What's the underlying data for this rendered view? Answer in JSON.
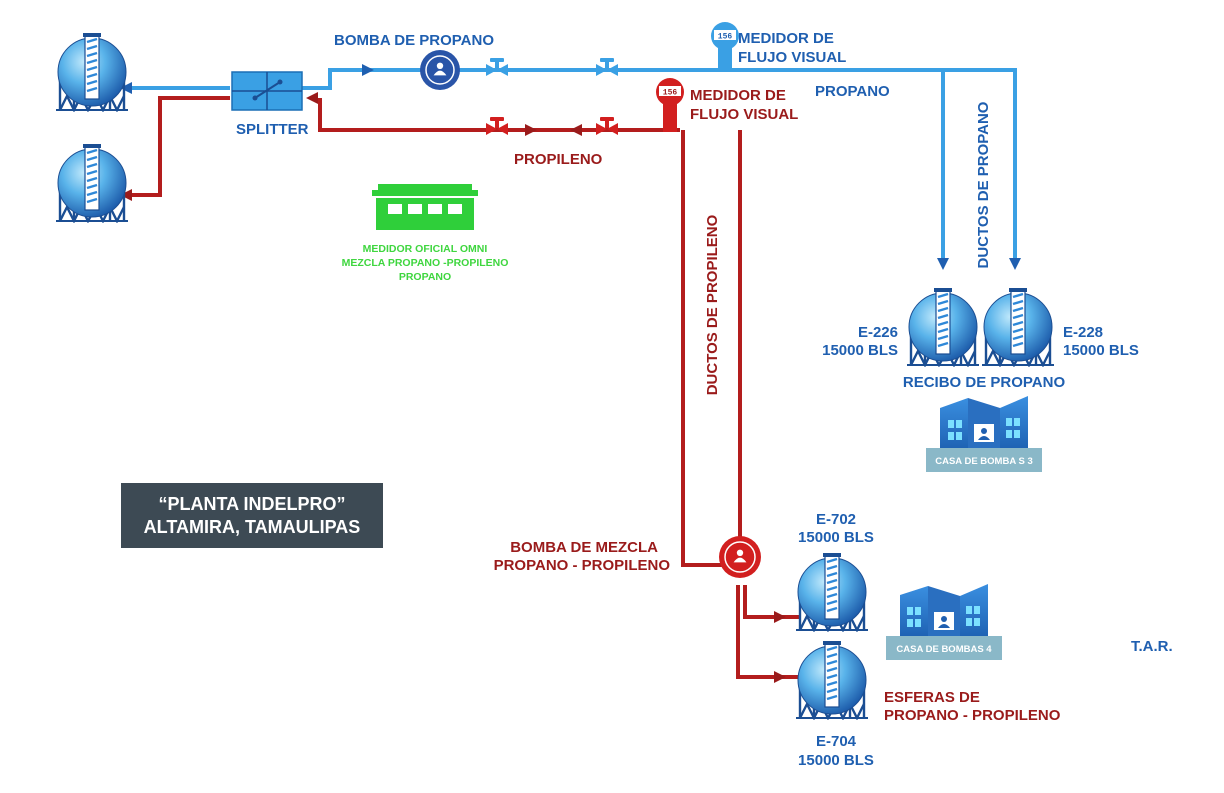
{
  "labels": {
    "bomba_propano": "BOMBA DE PROPANO",
    "splitter": "SPLITTER",
    "medidor_top_1": "MEDIDOR DE",
    "medidor_top_2": "FLUJO VISUAL",
    "medidor_red_1": "MEDIDOR DE",
    "medidor_red_2": "FLUJO VISUAL",
    "propano": "PROPANO",
    "propileno": "PROPILENO",
    "ductos_propano": "DUCTOS DE PROPANO",
    "ductos_propileno": "DUCTOS DE PROPILENO",
    "medidor_oficial_1": "MEDIDOR OFICIAL OMNI",
    "medidor_oficial_2": "MEZCLA PROPANO -PROPILENO",
    "medidor_oficial_3": "PROPANO",
    "e226_name": "E-226",
    "e226_cap": "15000 BLS",
    "e228_name": "E-228",
    "e228_cap": "15000 BLS",
    "recibo_propano": "RECIBO DE PROPANO",
    "casa_bombas_3": "CASA DE BOMBA S 3",
    "planta_1": "“PLANTA INDELPRO”",
    "planta_2": "ALTAMIRA, TAMAULIPAS",
    "bomba_mezcla_1": "BOMBA DE MEZCLA",
    "bomba_mezcla_2": "PROPANO - PROPILENO",
    "e702_name": "E-702",
    "e702_cap": "15000 BLS",
    "e704_name": "E-704",
    "e704_cap": "15000 BLS",
    "casa_bombas_4": "CASA DE BOMBAS 4",
    "tar": "T.A.R.",
    "esferas_1": "ESFERAS DE",
    "esferas_2": "PROPANO - PROPILENO",
    "meter_digits": "156"
  },
  "colors": {
    "propane_line": "#3aa0e4",
    "propylene_line": "#b31d1d",
    "label_blue": "#1f5fb0",
    "label_red": "#9a1b1b",
    "sphere_dark": "#1f63b4",
    "sphere_light": "#8fd0f5",
    "building_green": "#2fcf3a",
    "plant_box": "#3d4a54",
    "pump_blue": "#2a55a8",
    "pump_red": "#d21f1f",
    "casa_base": "#8ab8c8"
  }
}
